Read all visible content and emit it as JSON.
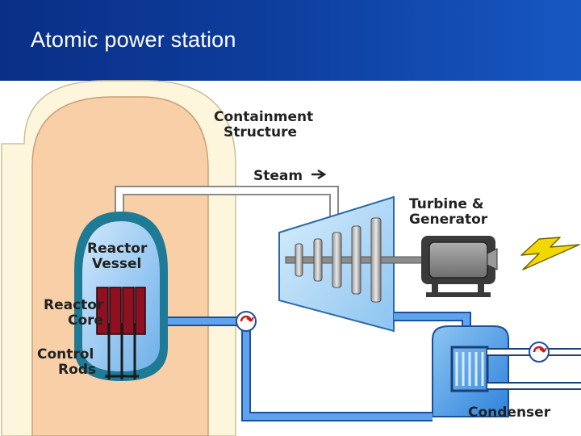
{
  "header": {
    "title": "Atomic power station"
  },
  "diagram": {
    "labels": {
      "containment_line1": "Containment",
      "containment_line2": "Structure",
      "steam": "Steam",
      "turbine_line1": "Turbine &",
      "turbine_line2": "Generator",
      "reactor_vessel_line1": "Reactor",
      "reactor_vessel_line2": "Vessel",
      "reactor_core_line1": "Reactor",
      "reactor_core_line2": "Core",
      "control_rods_line1": "Control",
      "control_rods_line2": "Rods",
      "condenser": "Condenser"
    },
    "icons": [
      "arrow-right-icon",
      "lightning-bolt-icon",
      "pump-icon"
    ],
    "colors": {
      "header": "#0d3d9c",
      "containment_wall": "#fdf6dc",
      "containment_interior": "#f8cfa6",
      "vessel_outline": "#1f7a96",
      "water": "#a6d2f2",
      "pipe": "#2f7ae0",
      "core_rods": "#8f1020",
      "lightning": "#f0d800"
    }
  }
}
